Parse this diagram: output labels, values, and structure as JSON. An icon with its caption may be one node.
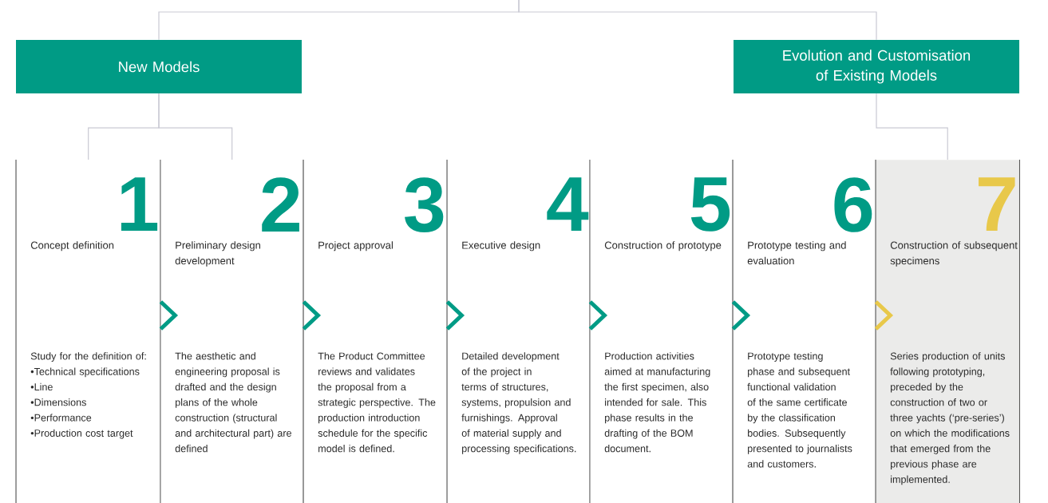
{
  "diagram": {
    "nodes": [
      {
        "text": [
          "New Models"
        ]
      },
      {
        "text": [
          "Evolution and Customisation of Existing Models"
        ]
      },
      {
        "text": [
          "1",
          "Concept definition",
          "Study for the definition of:",
          "•Technical specifications",
          "•Line",
          "•Dimensions",
          "•Performance",
          "•Production cost target"
        ]
      },
      {
        "text": [
          "2",
          "Preliminary design development",
          "The aesthetic and engineering proposal is drafted and the design plans of the whole construction (structural and architectural part) are defined"
        ]
      },
      {
        "text": [
          "3",
          "Project approval",
          "The Product Committee reviews and validates the proposal from a strategic perspective. The production introduction schedule for the specific model is defined."
        ]
      },
      {
        "text": [
          "4",
          "Executive design",
          "Detailed development of the project in terms of structures, systems, propulsion and furnishings. Approval of material supply and processing specifications."
        ]
      },
      {
        "text": [
          "5",
          "Construction of prototype",
          "Production activities aimed at manufacturing the first specimen, also intended for sale. This phase results in the drafting of the BOM document."
        ]
      },
      {
        "text": [
          "6",
          "Prototype testing and evaluation",
          "Prototype testing phase and subsequent functional validation of the same certificate by the classification bodies. Subsequently presented to journalists and customers."
        ]
      },
      {
        "text": [
          "7",
          "Construction of subsequent specimens",
          "Series production of units following prototyping, preceded by the construction of two or three yachts (‘pre-series’) on which the modifications that emerged from the previous phase are implemented."
        ]
      }
    ],
    "edges": [
      {
        "from": null,
        "to": 0,
        "arrow": "none"
      },
      {
        "from": null,
        "to": 1,
        "arrow": "none"
      },
      {
        "from": 0,
        "to": 2,
        "arrow": "none"
      },
      {
        "from": 0,
        "to": 3,
        "arrow": "none"
      },
      {
        "from": 1,
        "to": 8,
        "arrow": "none"
      },
      {
        "from": 2,
        "to": 3,
        "arrow": "to",
        "color": "#009b85"
      },
      {
        "from": 3,
        "to": 4,
        "arrow": "to",
        "color": "#009b85"
      },
      {
        "from": 4,
        "to": 5,
        "arrow": "to",
        "color": "#009b85"
      },
      {
        "from": 5,
        "to": 6,
        "arrow": "to",
        "color": "#009b85"
      },
      {
        "from": 6,
        "to": 7,
        "arrow": "to",
        "color": "#009b85"
      },
      {
        "from": 7,
        "to": 8,
        "arrow": "to",
        "color": "#e8c84a"
      }
    ]
  }
}
